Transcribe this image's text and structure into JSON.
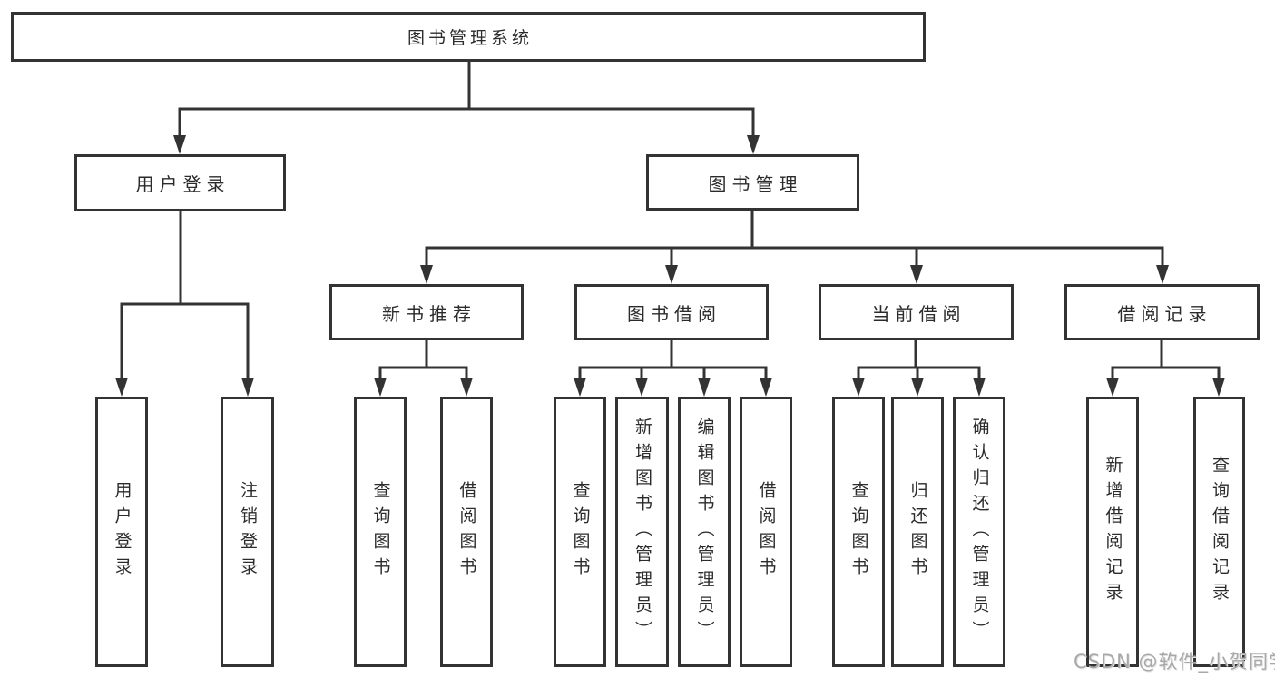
{
  "diagram": {
    "root": {
      "label": "图书管理系统"
    },
    "level2": [
      {
        "label": "用户登录"
      },
      {
        "label": "图书管理"
      }
    ],
    "level3": [
      {
        "label": "新书推荐"
      },
      {
        "label": "图书借阅"
      },
      {
        "label": "当前借阅"
      },
      {
        "label": "借阅记录"
      }
    ],
    "leaves": [
      {
        "label": "用户登录"
      },
      {
        "label": "注销登录"
      },
      {
        "label": "查询图书"
      },
      {
        "label": "借阅图书"
      },
      {
        "label": "查询图书"
      },
      {
        "label": "新增图书（管理员）"
      },
      {
        "label": "编辑图书（管理员）"
      },
      {
        "label": "借阅图书"
      },
      {
        "label": "查询图书"
      },
      {
        "label": "归还图书"
      },
      {
        "label": "确认归还（管理员）"
      },
      {
        "label": "新增借阅记录"
      },
      {
        "label": "查询借阅记录"
      }
    ],
    "watermark": "CSDN @软件_小贺同学",
    "colors": {
      "line": "#333333",
      "text": "#2b2b2b",
      "watermark": "#a8a8a8",
      "background": "#ffffff"
    }
  }
}
